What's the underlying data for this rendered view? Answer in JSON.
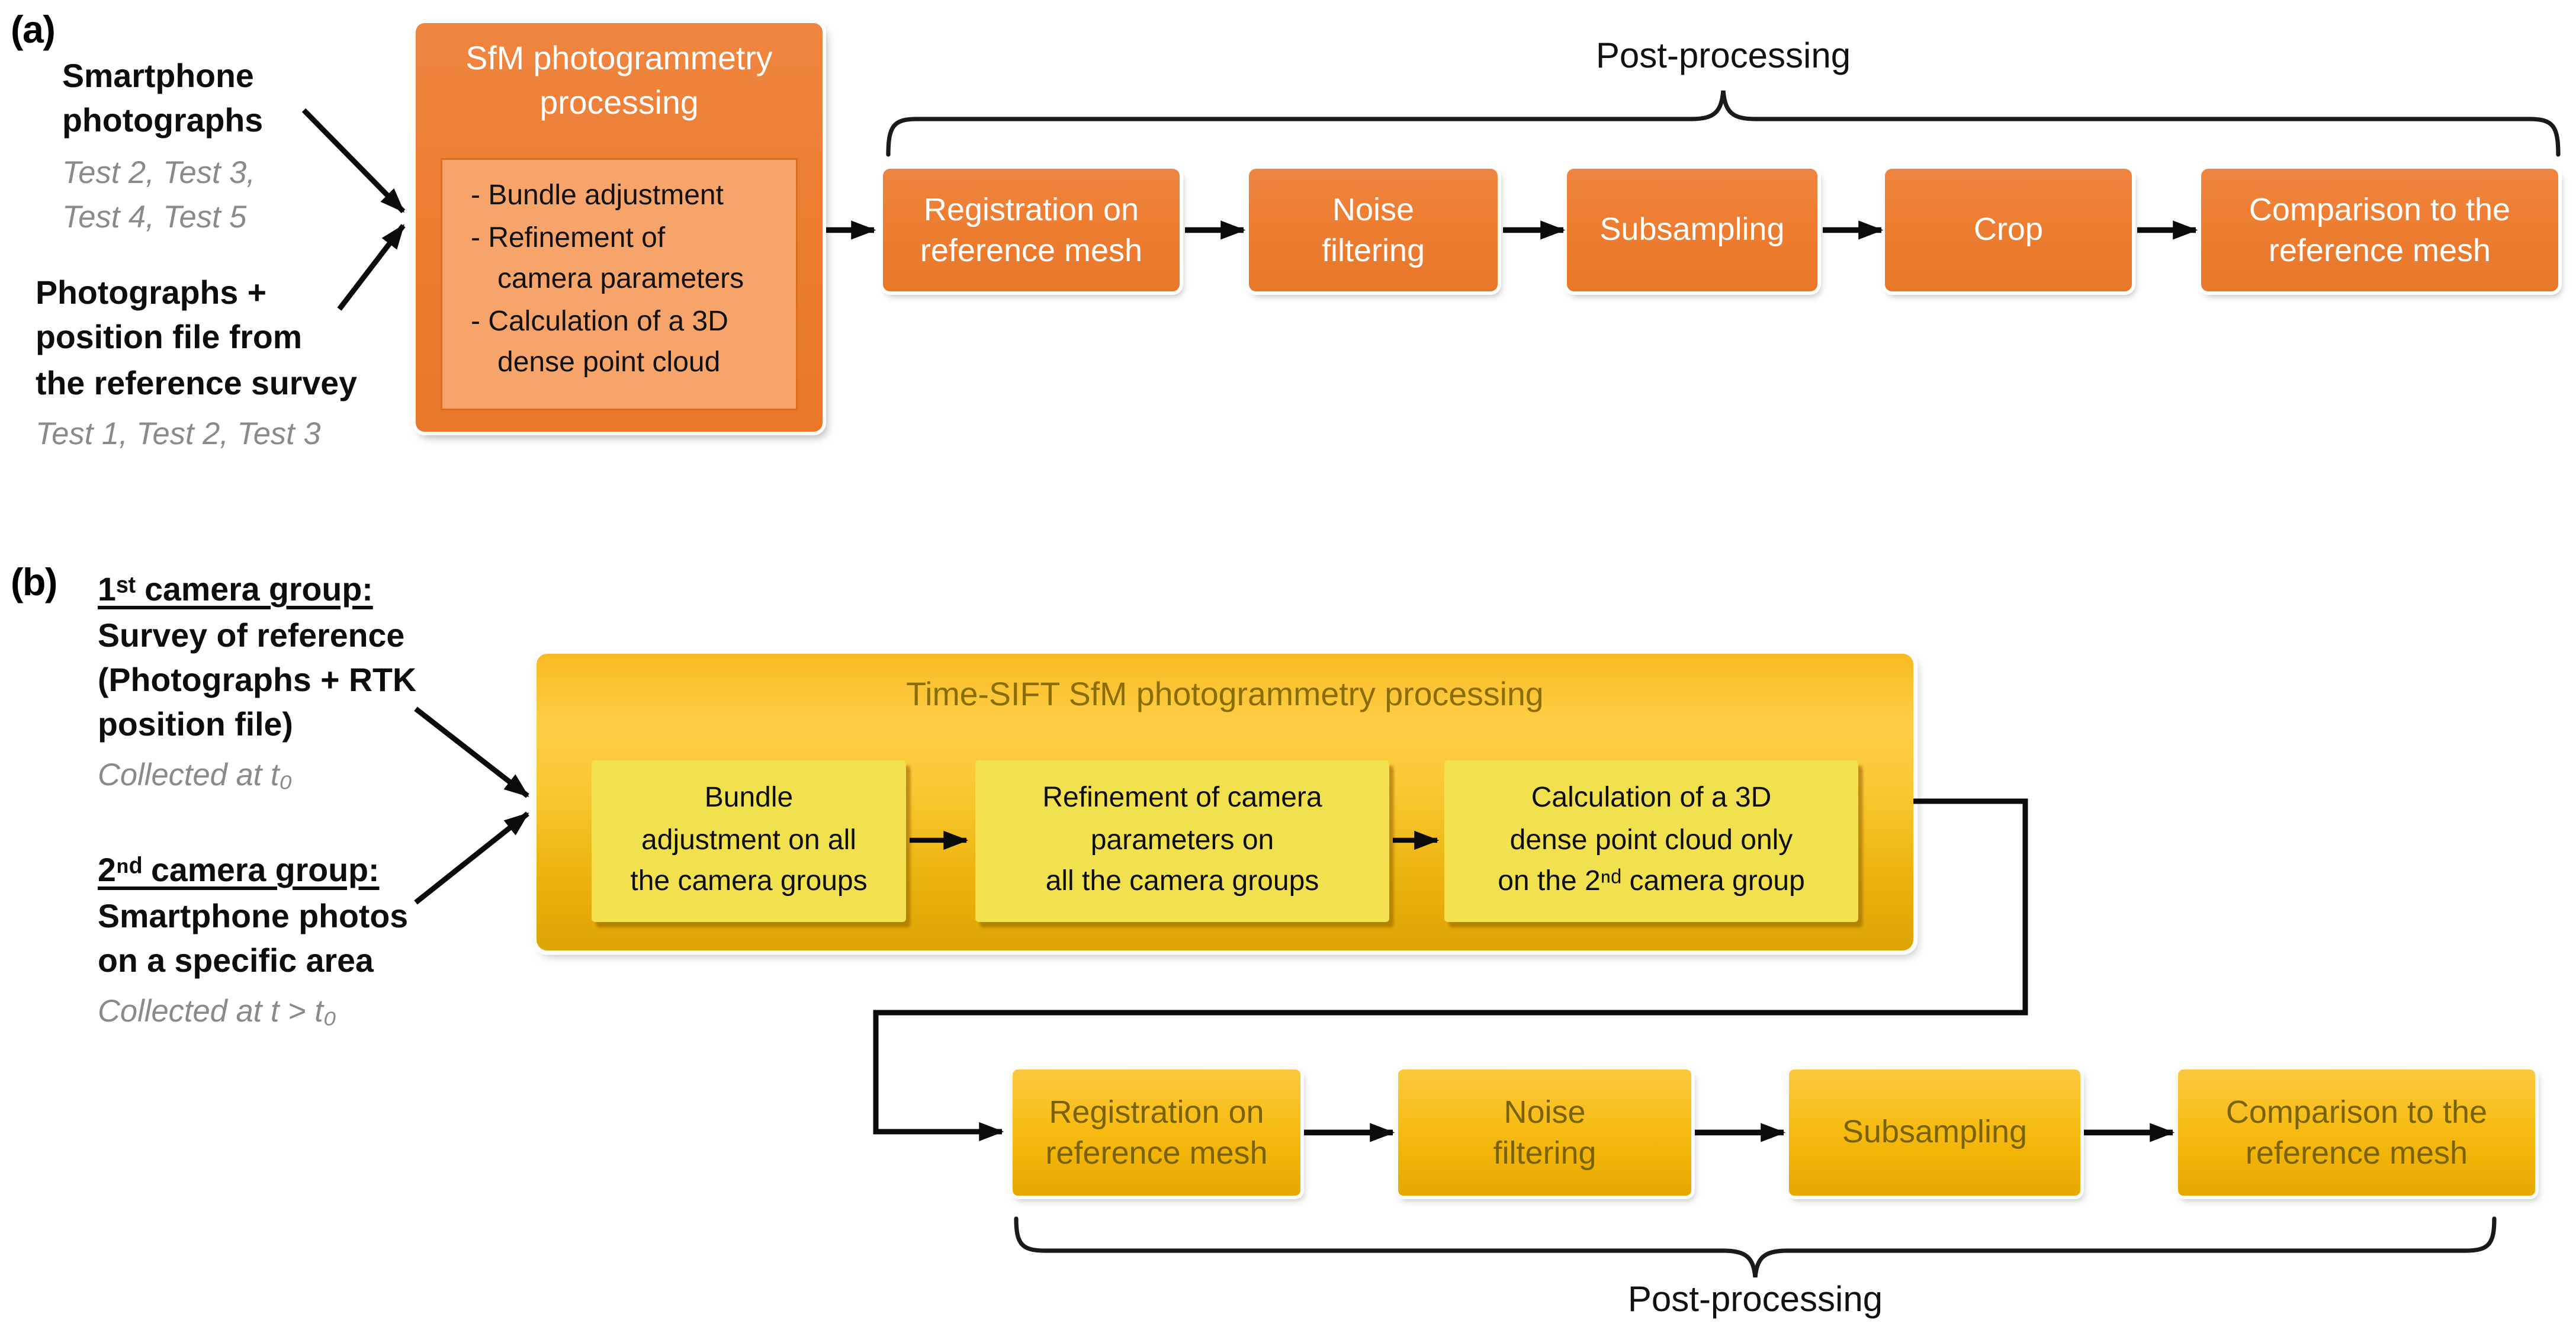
{
  "colors": {
    "orange": "#ED7D31",
    "orange_light": "#F6A469",
    "orange_border": "#D86F23",
    "gold": "#F2B705",
    "yellow_light": "#F2E14E",
    "olive_text": "#7A6200",
    "title_olive": "#8A6D00",
    "note_gray": "#8A8A8A",
    "arrow_black": "#0B0B0B"
  },
  "panel_a": {
    "label": "(a)",
    "source_top": {
      "title_lines": [
        "Smartphone",
        "photographs"
      ],
      "note_lines": [
        "Test 2, Test 3,",
        "Test 4, Test 5"
      ]
    },
    "source_bottom": {
      "title_lines": [
        "Photographs +",
        "position file from",
        "the reference survey"
      ],
      "note_lines": [
        "Test 1, Test 2, Test 3"
      ]
    },
    "process_box": {
      "title_lines": [
        "SfM photogrammetry",
        "processing"
      ],
      "items": [
        "- Bundle adjustment",
        "- Refinement of camera parameters",
        "- Calculation of a 3D dense point cloud"
      ]
    },
    "post_processing_label": "Post-processing",
    "pipeline": [
      "Registration on reference mesh",
      "Noise filtering",
      "Subsampling",
      "Crop",
      "Comparison to the reference mesh"
    ]
  },
  "panel_b": {
    "label": "(b)",
    "source_top": {
      "heading": "1ˢᵗ camera group:",
      "title_lines": [
        "Survey of reference",
        "(Photographs + RTK",
        "position file)"
      ],
      "note": "Collected at t₀"
    },
    "source_bottom": {
      "heading": "2ⁿᵈ camera group:",
      "title_lines": [
        "Smartphone photos",
        "on a specific area"
      ],
      "note": "Collected at t > t₀"
    },
    "process_box": {
      "title": "Time-SIFT SfM photogrammetry processing",
      "steps": [
        {
          "lines": [
            "Bundle",
            "adjustment on all",
            "the camera groups"
          ]
        },
        {
          "lines": [
            "Refinement of camera",
            "parameters on",
            "all the camera groups"
          ]
        },
        {
          "lines": [
            "Calculation of a 3D",
            "dense point cloud only",
            "on the 2ⁿᵈ camera group"
          ]
        }
      ]
    },
    "pipeline": [
      "Registration on reference mesh",
      "Noise filtering",
      "Subsampling",
      "Comparison to the reference mesh"
    ],
    "post_processing_label": "Post-processing"
  }
}
